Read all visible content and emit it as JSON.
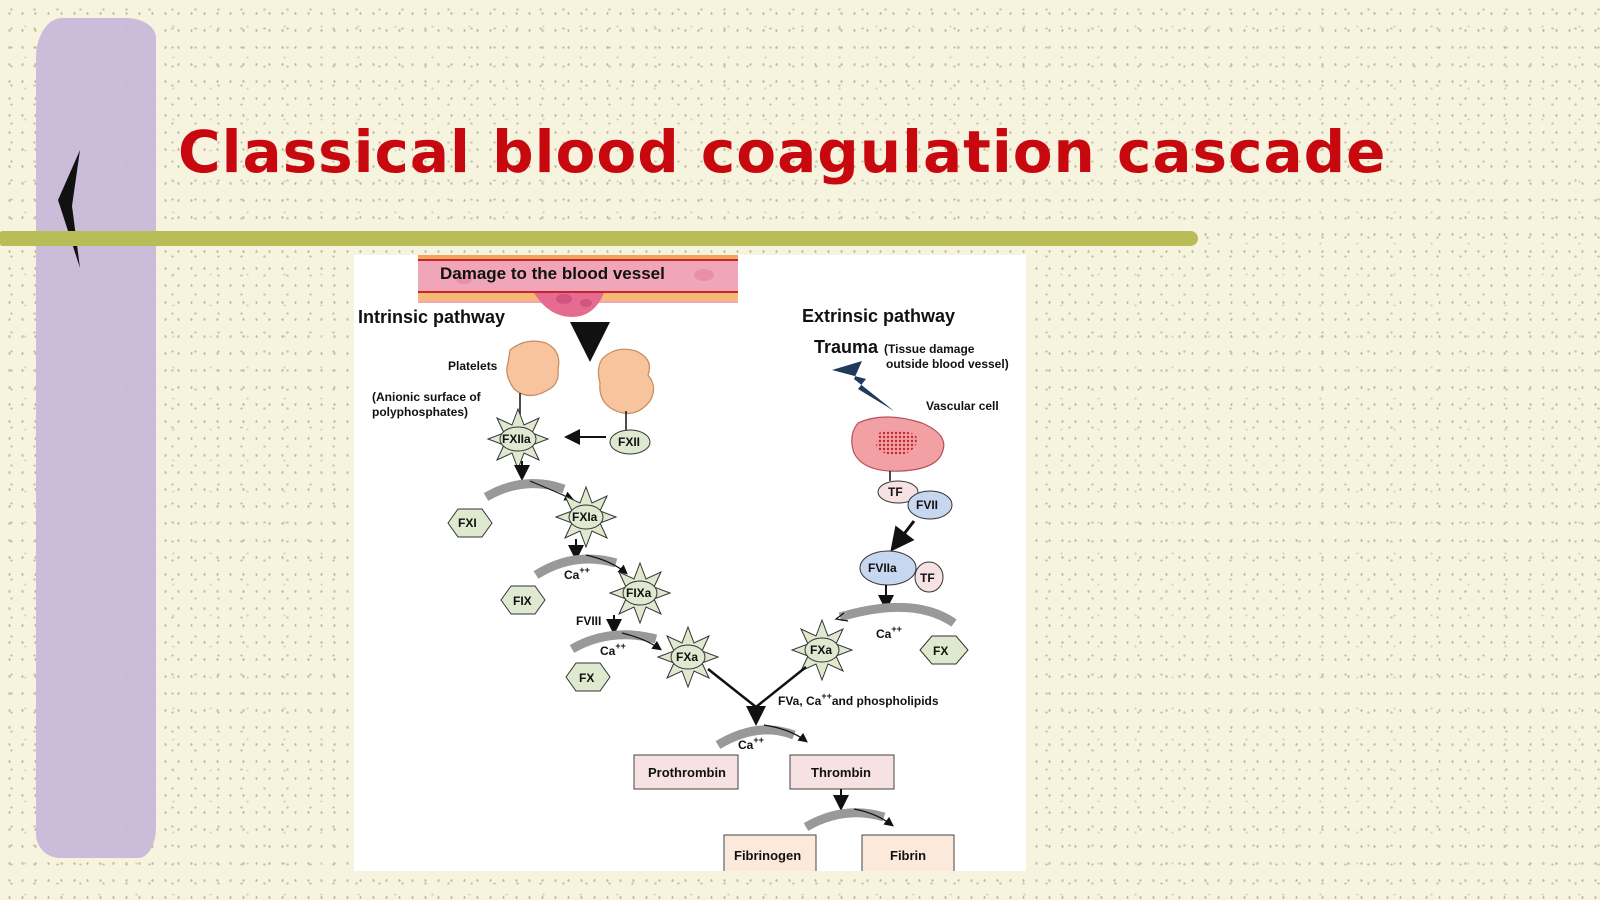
{
  "slide": {
    "title": "Classical blood coagulation cascade"
  },
  "colors": {
    "title": "#c7080f",
    "rule": "#b9bd58",
    "sidebar": "#c8b8d9",
    "factor_fill": "#dfe9cf",
    "product_fill": "#f6e2e2"
  },
  "diagram": {
    "vessel_label": "Damage to the blood vessel",
    "intrinsic_label": "Intrinsic pathway",
    "extrinsic_label": "Extrinsic pathway",
    "trauma_label": "Trauma",
    "trauma_note_line1": "(Tissue damage",
    "trauma_note_line2": "outside blood vessel)",
    "platelets_label": "Platelets",
    "anionic_line1": "(Anionic surface of",
    "anionic_line2": "polyphosphates)",
    "vascular_cell_label": "Vascular cell",
    "fxiia": "FXIIa",
    "fxii": "FXII",
    "fxi": "FXI",
    "fxia": "FXIa",
    "fix": "FIX",
    "fixa": "FIXa",
    "fviii": "FVIII",
    "fx_left": "FX",
    "fxa_left": "FXa",
    "fxa_right": "FXa",
    "fx_right": "FX",
    "tf_top": "TF",
    "fvii": "FVII",
    "fviia": "FVIIa",
    "tf_bottom": "TF",
    "ca": "Ca",
    "ca_sup": "++",
    "fva_text1": "FVa, Ca",
    "fva_sup": "++",
    "fva_text2": "and phospholipids",
    "prothrombin": "Prothrombin",
    "thrombin": "Thrombin",
    "fibrinogen": "Fibrinogen",
    "fibrin": "Fibrin"
  }
}
